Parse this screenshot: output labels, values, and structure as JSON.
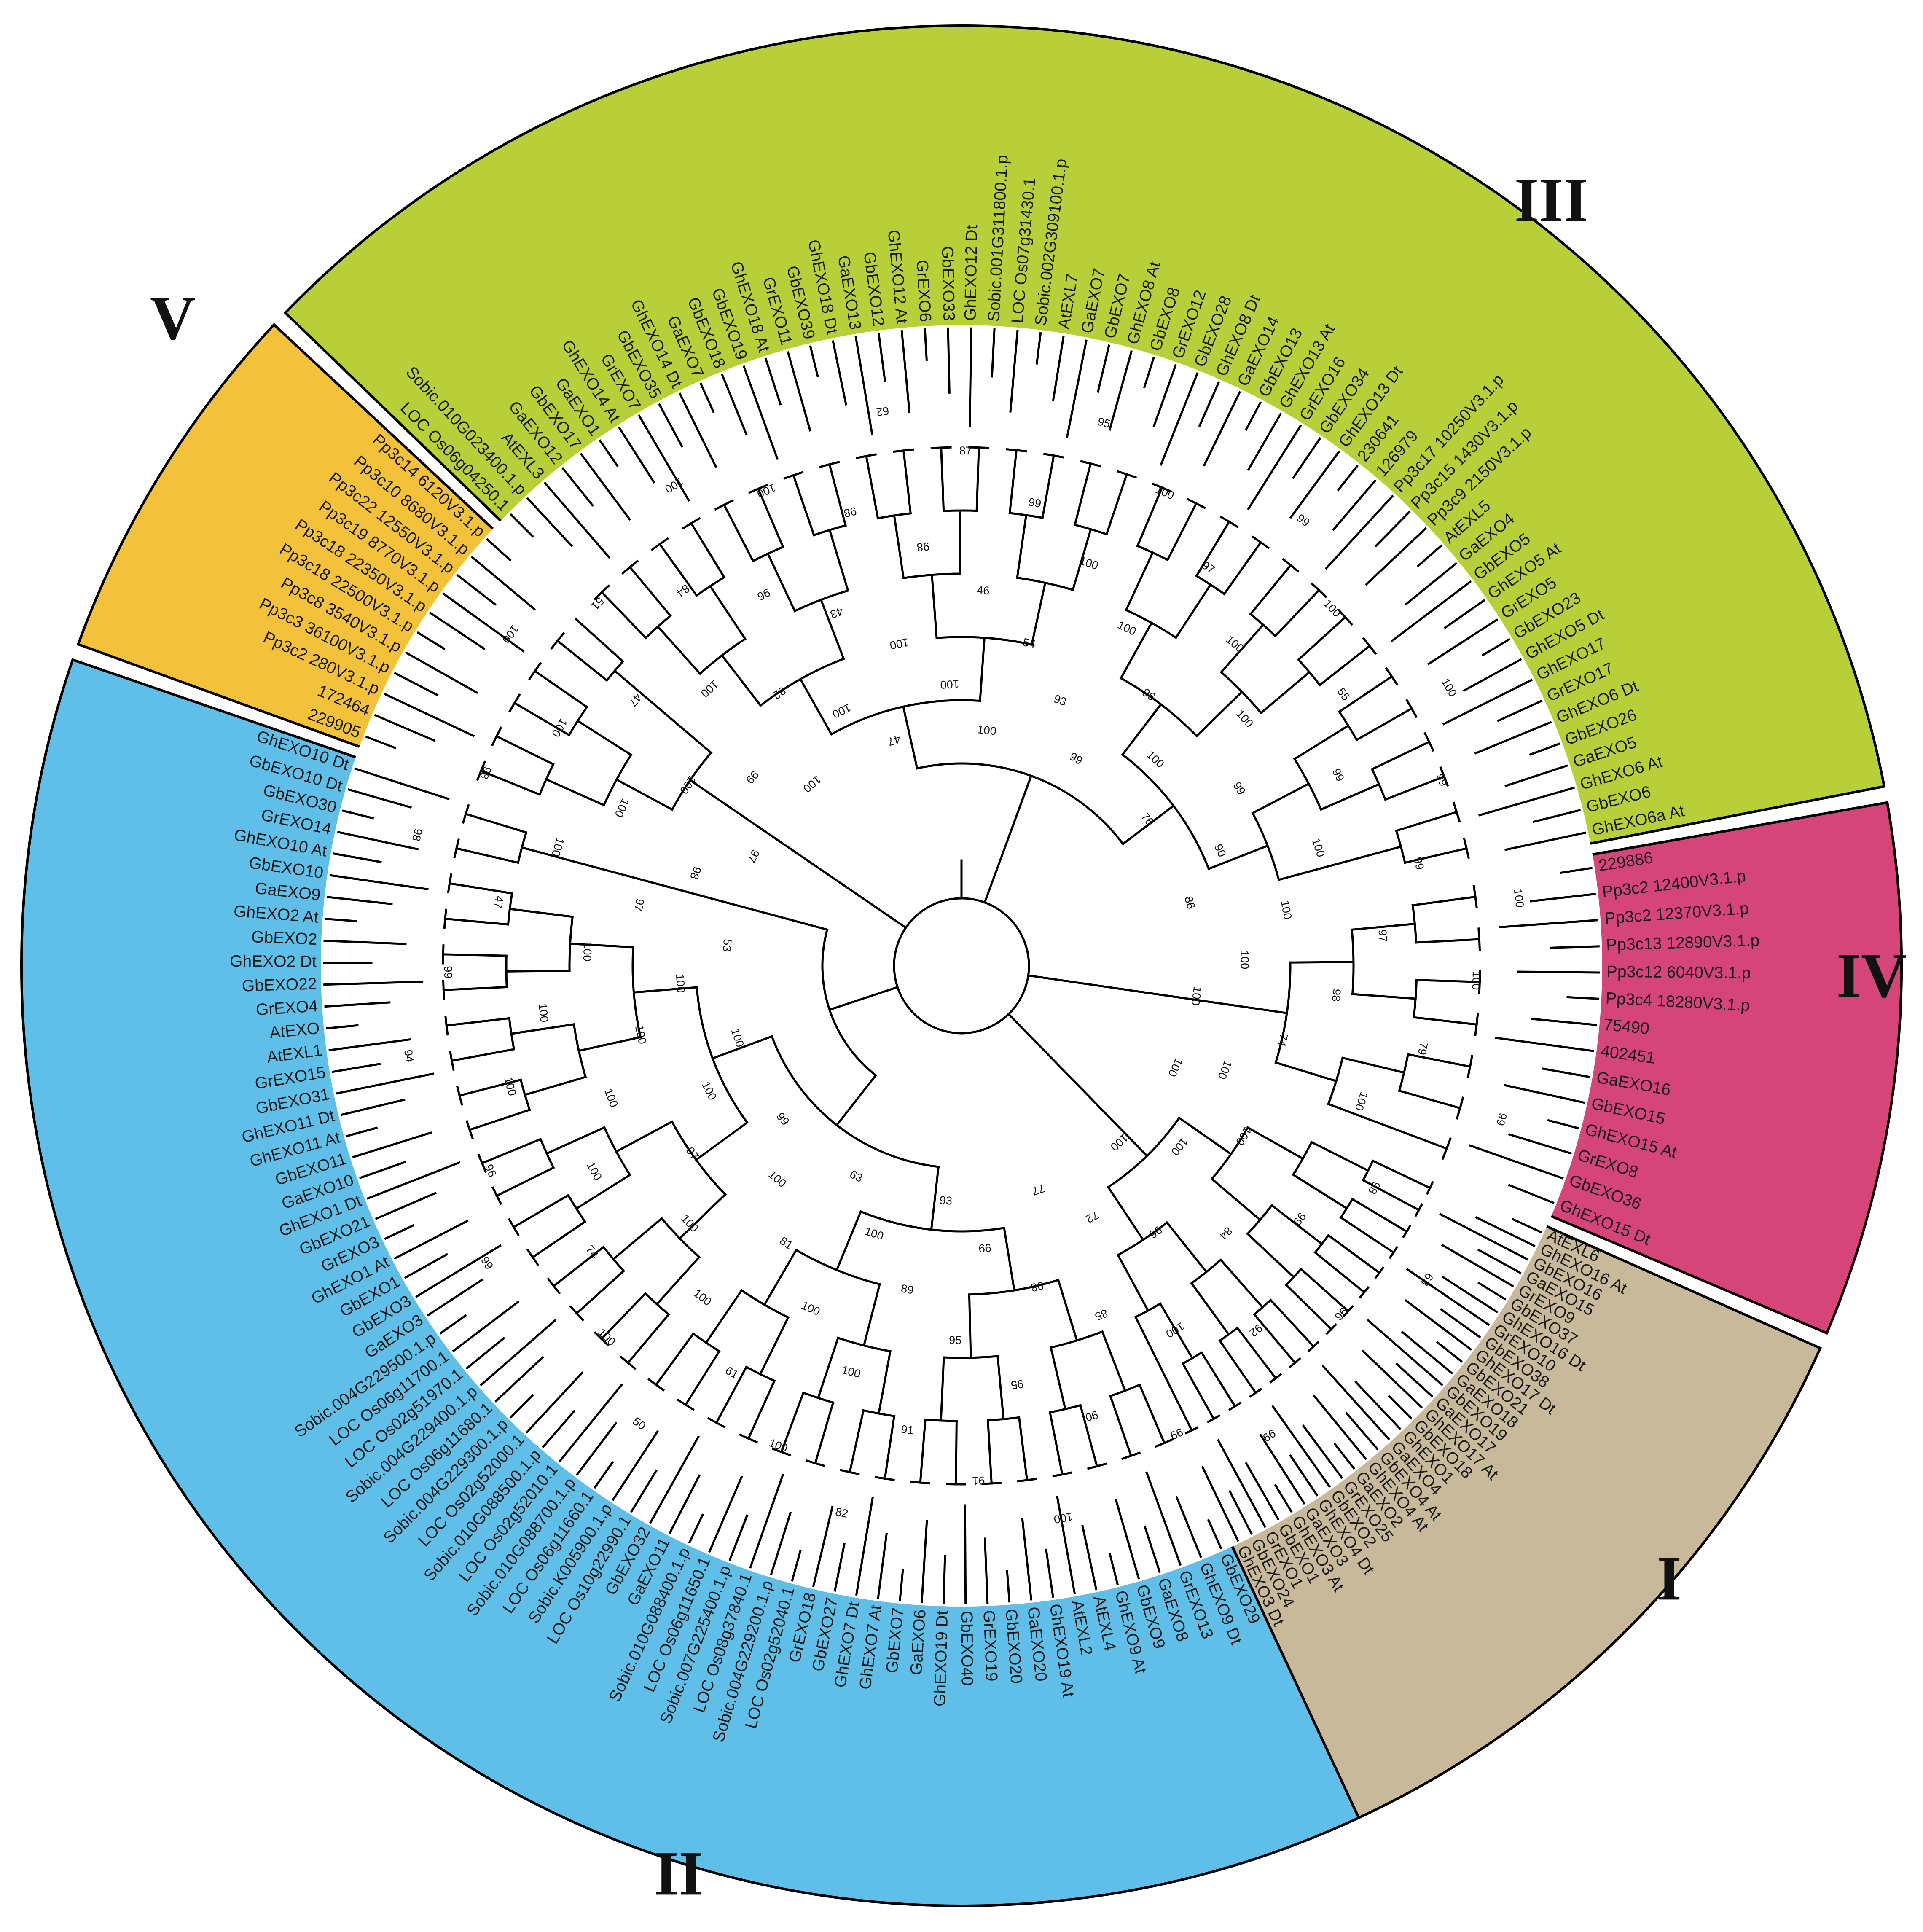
{
  "colors": {
    "clade_I": "#c8b99a",
    "clade_II": "#5fbfe8",
    "clade_III": "#b9cf3a",
    "clade_IV": "#d5457a",
    "clade_V": "#f3c13a",
    "branch": "#000000",
    "background": "#ffffff"
  },
  "clades": [
    {
      "id": "I",
      "label": "I",
      "color_key": "clade_I",
      "leaves": [
        "AtEXL6",
        "GhEXO16 At",
        "GbEXO16",
        "GaEXO15",
        "GrEXO9",
        "GbEXO37",
        "GhEXO16 Dt",
        "GrEXO10",
        "GbEXO38",
        "GhEXO17 Dt",
        "GbEXO21",
        "GaEXO18",
        "GbEXO19",
        "GaEXO17",
        "GhEXO17 At",
        "GbEXO18",
        "GhEXO1",
        "GaEXO4",
        "GbEXO4 At",
        "GhEXO4 At",
        "GaEXO2",
        "GrEXO25",
        "GbEXO2",
        "GhEXO4 Dt",
        "GaEXO3",
        "GhEXO3 At",
        "GbEXO1",
        "GrEXO1",
        "GbEXO24",
        "GhEXO3 Dt"
      ]
    },
    {
      "id": "II",
      "label": "II",
      "color_key": "clade_II",
      "leaves": [
        "GbEXO29",
        "GhEXO9 Dt",
        "GrEXO13",
        "GaEXO8",
        "GbEXO9",
        "GhEXO9 At",
        "AtEXL4",
        "AtEXL2",
        "GhEXO19 At",
        "GaEXO20",
        "GbEXO20",
        "GrEXO19",
        "GbEXO40",
        "GhEXO19 Dt",
        "GaEXO6",
        "GbEXO7",
        "GhEXO7 At",
        "GhEXO7 Dt",
        "GbEXO27",
        "GrEXO18",
        "LOC Os02g52040.1",
        "Sobic.004G229200.1.p",
        "LOC Os08g37840.1",
        "Sobic.007G225400.1.p",
        "LOC Os06g11650.1",
        "Sobic.010G088400.1.p",
        "GaEXO11",
        "GbEXO32",
        "LOC Os10g22990.1",
        "Sobic.K005900.1.p",
        "LOC Os06g11660.1",
        "Sobic.010G088700.1.p",
        "LOC Os02g52010.1",
        "Sobic.010G088500.1.p",
        "LOC Os02g52000.1",
        "Sobic.004G229300.1.p",
        "LOC Os06g11680.1",
        "Sobic.004G229400.1.p",
        "LOC Os02g51970.1",
        "LOC Os06g11700.1",
        "Sobic.004G229500.1.p",
        "GaEXO3",
        "GbEXO3",
        "GbEXO1",
        "GhEXO1 At",
        "GrEXO3",
        "GbEXO21",
        "GhEXO1 Dt",
        "GaEXO10",
        "GbEXO11",
        "GhEXO11 At",
        "GhEXO11 Dt",
        "GbEXO31",
        "GrEXO15",
        "AtEXL1",
        "AtEXO",
        "GrEXO4",
        "GbEXO22",
        "GhEXO2 Dt",
        "GbEXO2",
        "GhEXO2 At",
        "GaEXO9",
        "GbEXO10",
        "GhEXO10 At",
        "GrEXO14",
        "GbEXO30",
        "GbEXO10 Dt",
        "GhEXO10 Dt"
      ]
    },
    {
      "id": "V",
      "label": "V",
      "color_key": "clade_V",
      "leaves": [
        "229905",
        "172464",
        "Pp3c2 280V3.1.p",
        "Pp3c3 36100V3.1.p",
        "Pp3c8 3540V3.1.p",
        "Pp3c18 22500V3.1.p",
        "Pp3c18 22350V3.1.p",
        "Pp3c19 8770V3.1.p",
        "Pp3c22 12550V3.1.p",
        "Pp3c10 8680V3.1.p",
        "Pp3c14 6120V3.1.p"
      ]
    },
    {
      "id": "III",
      "label": "III",
      "color_key": "clade_III",
      "leaves": [
        "LOC Os06g04250.1",
        "Sobic.010G023400.1.p",
        "AtEXL3",
        "GaEXO12",
        "GbEXO17",
        "GaEXO1",
        "GhEXO14 At",
        "GrEXO7",
        "GbEXO35",
        "GhEXO14 Dt",
        "GaEXO7",
        "GbEXO18",
        "GbEXO19",
        "GhEXO18 At",
        "GrEXO11",
        "GbEXO39",
        "GhEXO18 Dt",
        "GaEXO13",
        "GbEXO12",
        "GhEXO12 At",
        "GrEXO6",
        "GbEXO33",
        "GhEXO12 Dt",
        "Sobic.001G311800.1.p",
        "LOC Os07g31430.1",
        "Sobic.002G309100.1.p",
        "AtEXL7",
        "GaEXO7",
        "GbEXO7",
        "GhEXO8 At",
        "GbEXO8",
        "GrEXO12",
        "GbEXO28",
        "GhEXO8 Dt",
        "GaEXO14",
        "GbEXO13",
        "GhEXO13 At",
        "GrEXO16",
        "GbEXO34",
        "GhEXO13 Dt",
        "230641",
        "126979",
        "Pp3c17 10250V3.1.p",
        "Pp3c15 1430V3.1.p",
        "Pp3c9 2150V3.1.p",
        "AtEXL5",
        "GaEXO4",
        "GbEXO5",
        "GhEXO5 At",
        "GrEXO5",
        "GbEXO23",
        "GhEXO5 Dt",
        "GhEXO17",
        "GrEXO17",
        "GhEXO6 Dt",
        "GbEXO26",
        "GaEXO5",
        "GhEXO6 At",
        "GbEXO6",
        "GhEXO6a At"
      ]
    },
    {
      "id": "IV",
      "label": "IV",
      "color_key": "clade_IV",
      "leaves": [
        "229886",
        "Pp3c2 12400V3.1.p",
        "Pp3c2 12370V3.1.p",
        "Pp3c13 12890V3.1.p",
        "Pp3c12 6040V3.1.p",
        "Pp3c4 18280V3.1.p",
        "75490",
        "402451",
        "GaEXO16",
        "GbEXO15",
        "GhEXO15 At",
        "GrEXO8",
        "GbEXO36",
        "GhEXO15 Dt"
      ]
    }
  ],
  "bootstrap_values": [
    "100",
    "98",
    "100",
    "63",
    "99",
    "100",
    "96",
    "84",
    "100",
    "92",
    "96",
    "99",
    "100",
    "72",
    "99",
    "85",
    "77",
    "90",
    "98",
    "100",
    "95",
    "99",
    "91",
    "95",
    "93",
    "91",
    "89",
    "82",
    "100",
    "100",
    "100",
    "100",
    "63",
    "61",
    "81",
    "50",
    "100",
    "100",
    "100",
    "100",
    "99",
    "74",
    "97",
    "99",
    "100",
    "100",
    "96",
    "100",
    "100",
    "100",
    "100",
    "94",
    "100",
    "100",
    "99",
    "100",
    "53",
    "47",
    "97",
    "98",
    "100",
    "98",
    "98",
    "100",
    "97",
    "100",
    "100",
    "100",
    "47",
    "99",
    "51",
    "100",
    "100",
    "84",
    "82",
    "100",
    "96",
    "100",
    "100",
    "43",
    "47",
    "98",
    "100",
    "62",
    "98",
    "100",
    "87",
    "46",
    "100",
    "99",
    "54",
    "95",
    "100",
    "93",
    "100",
    "100",
    "99",
    "97",
    "96",
    "99",
    "100",
    "100",
    "100",
    "100",
    "76",
    "55",
    "99",
    "100",
    "99",
    "90",
    "99",
    "100",
    "86",
    "99",
    "100",
    "100",
    "97",
    "100",
    "100",
    "98",
    "100",
    "79",
    "74",
    "99",
    "100",
    "100"
  ]
}
